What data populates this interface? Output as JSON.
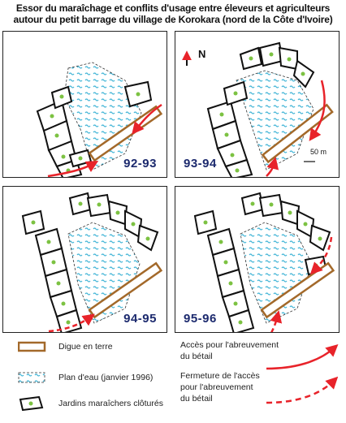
{
  "title_line1": "Essor du maraîchage et conflits d'usage entre éleveurs et agriculteurs",
  "title_line2": "autour du petit barrage du village de Korokara (nord de la Côte d'Ivoire)",
  "panels": [
    {
      "label": "92-93"
    },
    {
      "label": "93-94"
    },
    {
      "label": "94-95"
    },
    {
      "label": "95-96"
    }
  ],
  "north_label": "N",
  "scale_label": "50 m",
  "legend": {
    "dike": "Digue en terre",
    "water": "Plan d'eau (janvier 1996)",
    "gardens": "Jardins maraîchers clôturés",
    "access_line1": "Accès pour l'abreuvement",
    "access_line2": "du bétail",
    "closure_line1": "Fermeture de l'accès",
    "closure_line2": "pour l'abreuvement",
    "closure_line3": "du bétail"
  },
  "colors": {
    "dike": "#a3692a",
    "water": "#3fb4d6",
    "garden_dot": "#7cc242",
    "arrow": "#e8232a",
    "label": "#1c2a6e"
  }
}
